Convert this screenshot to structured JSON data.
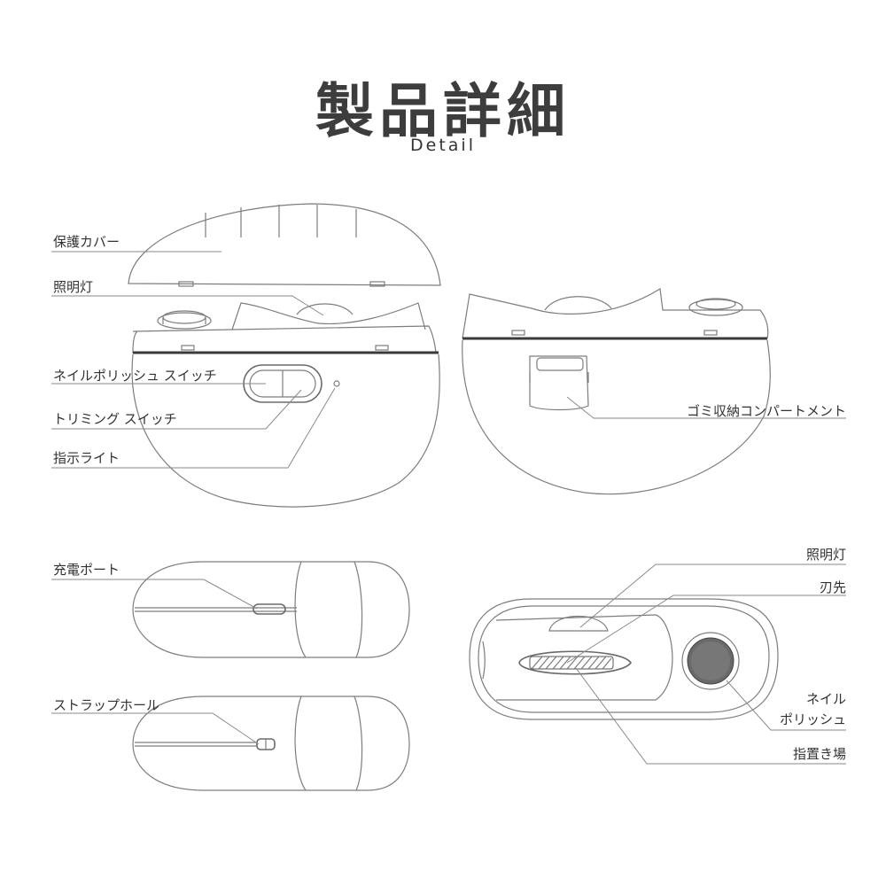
{
  "header": {
    "title": "製品詳細",
    "subtitle": "Detail"
  },
  "labels": {
    "protective_cover": "保護カバー",
    "light_top": "照明灯",
    "polish_switch": "ネイルポリッシュ スイッチ",
    "trim_switch": "トリミング スイッチ",
    "indicator": "指示ライト",
    "dust_compartment": "ゴミ収納コンパートメント",
    "charge_port": "充電ポート",
    "strap_hole": "ストラップホール",
    "light_bottom": "照明灯",
    "blade": "刃先",
    "nail_polish_line1": "ネイル",
    "nail_polish_line2": "ポリッシュ",
    "finger_rest": "指置き場"
  }
}
